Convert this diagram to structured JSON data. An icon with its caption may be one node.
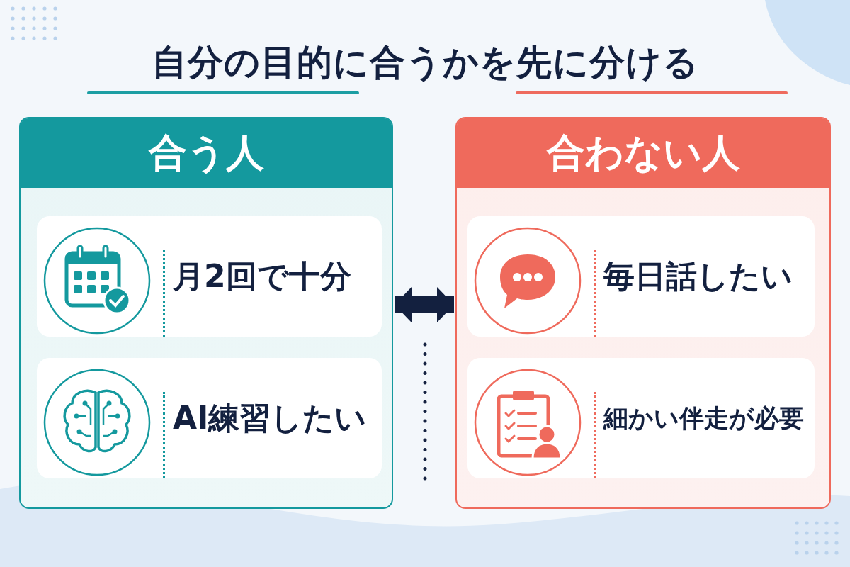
{
  "diagram": {
    "title": "自分の目的に合うかを先に分ける",
    "nodes": [
      {
        "text": [
          "合う人"
        ]
      },
      {
        "text": [
          "月2回で十分"
        ],
        "in": 0
      },
      {
        "text": [
          "AI練習したい"
        ],
        "in": 0
      },
      {
        "text": [
          "合わない人"
        ]
      },
      {
        "text": [
          "毎日話したい"
        ],
        "in": 3
      },
      {
        "text": [
          "細かい伴走が必要"
        ],
        "in": 3
      }
    ],
    "edges": [
      {
        "from": 0,
        "to": 3,
        "arrow": "both"
      }
    ]
  }
}
